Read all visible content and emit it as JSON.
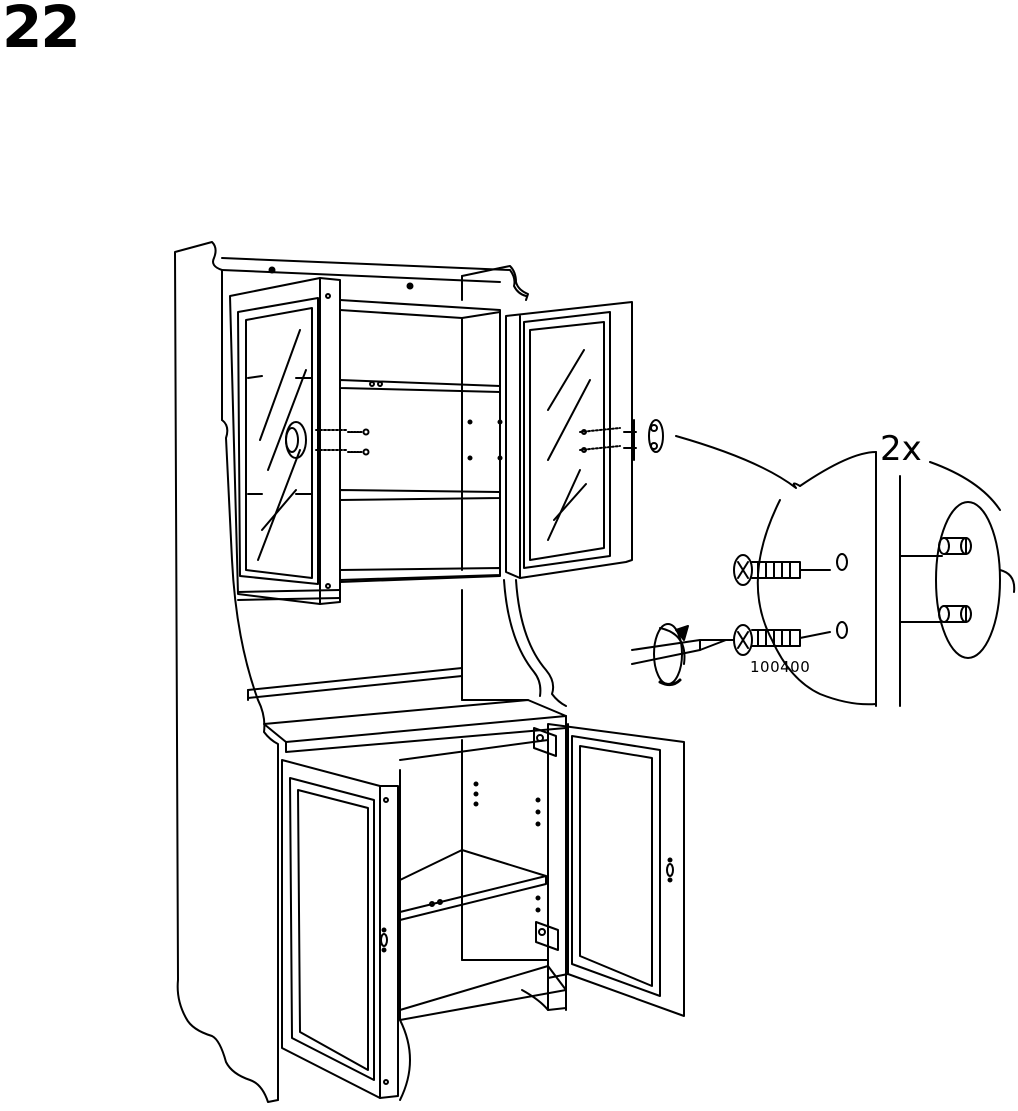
{
  "step": {
    "number": "22"
  },
  "detail": {
    "quantity": "2x",
    "part_number": "100400"
  },
  "icons": [
    "cabinet-illustration",
    "screw-icon",
    "screwdriver-icon",
    "rotation-arrow-icon",
    "knob-detail-icon"
  ],
  "colors": {
    "ink": "#000000",
    "paper": "#ffffff"
  }
}
